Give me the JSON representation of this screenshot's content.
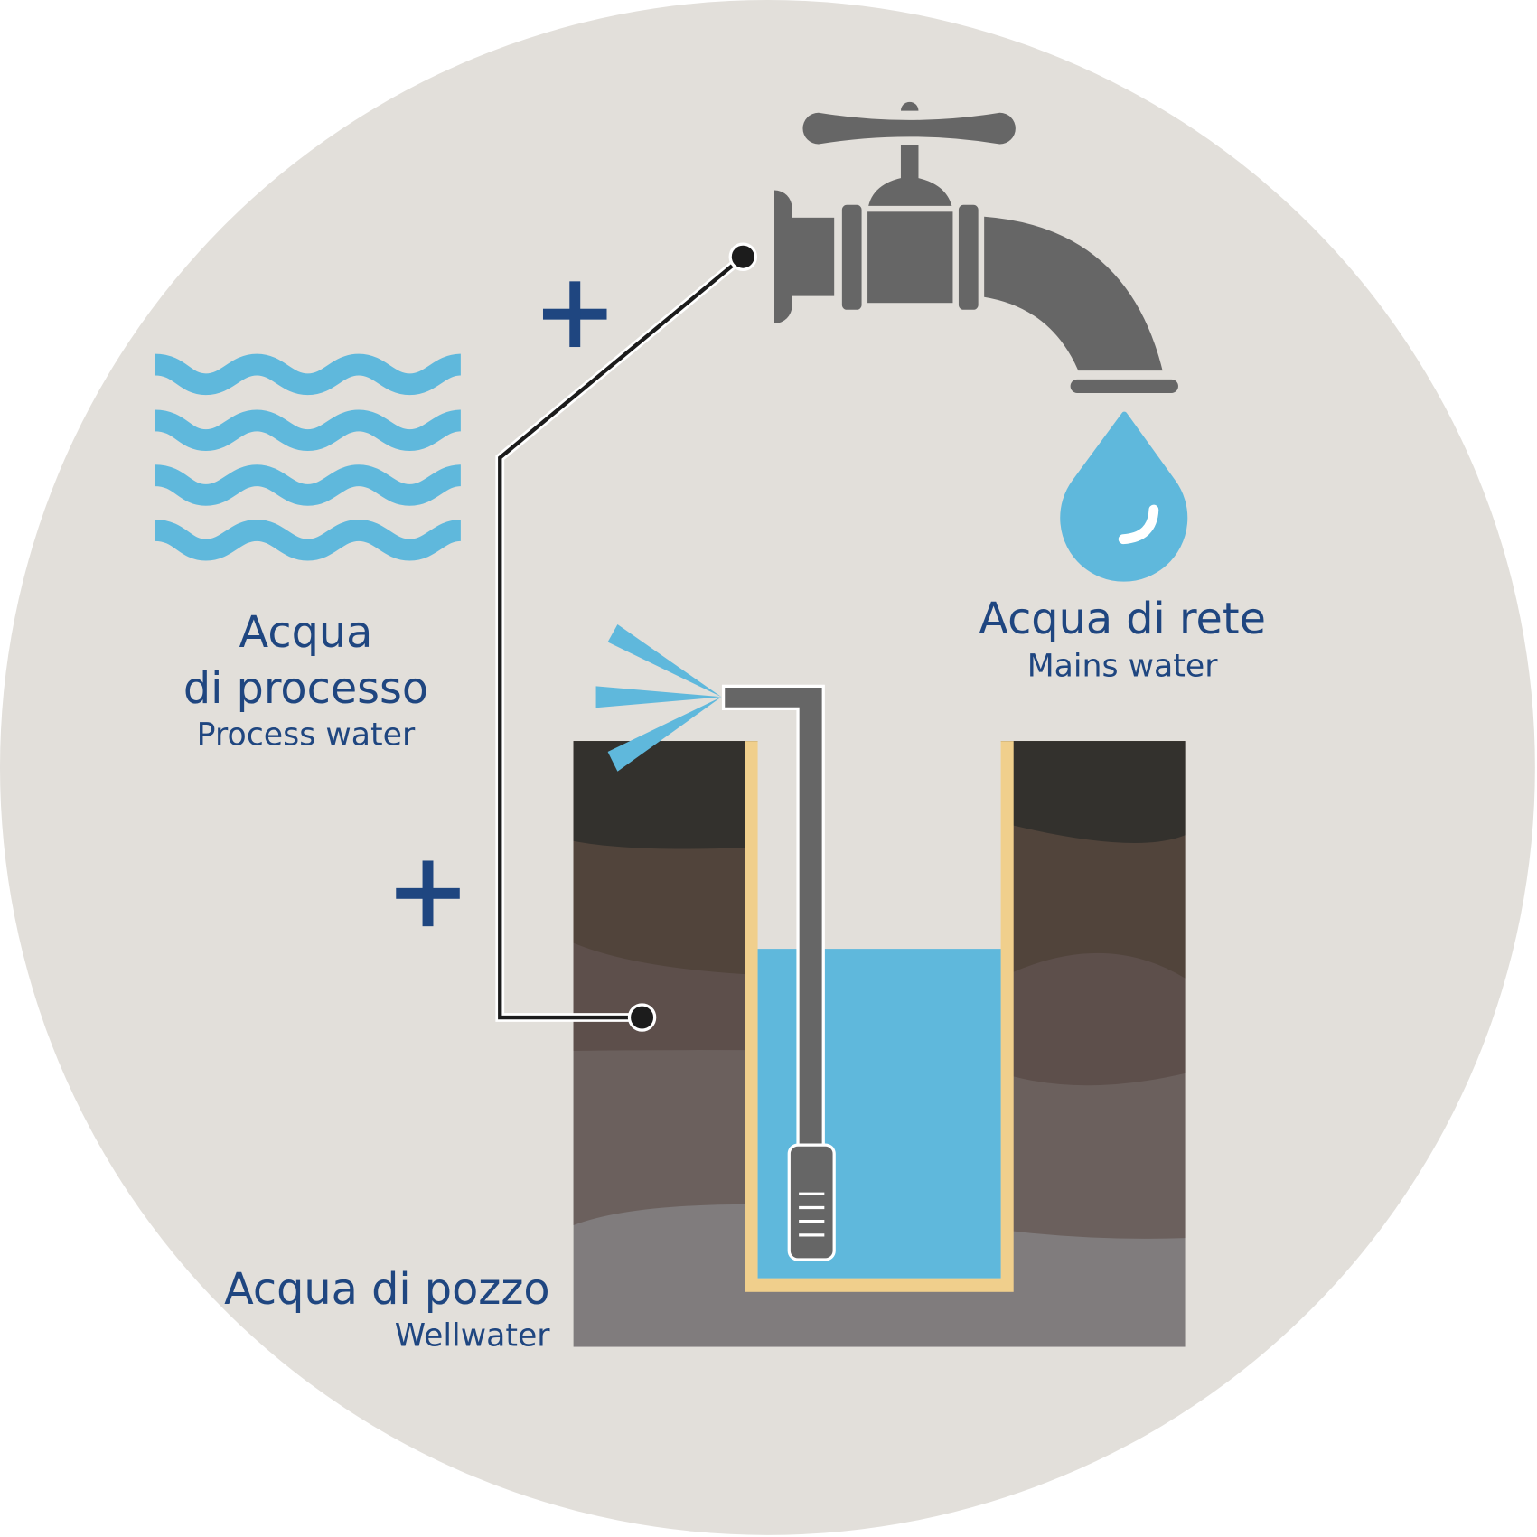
{
  "colors": {
    "background_circle": "#e2dfda",
    "text": "#1f4680",
    "water": "#5fb8dc",
    "metal": "#666666",
    "liner": "#f0cf8c",
    "soil": [
      "#33312d",
      "#51443b",
      "#5d4f4b",
      "#6b605d",
      "#807c7d"
    ]
  },
  "process_water": {
    "title_line1": "Acqua",
    "title_line2": "di processo",
    "subtitle": "Process water",
    "icon": "waves-icon"
  },
  "mains_water": {
    "title": "Acqua di rete",
    "subtitle": "Mains water",
    "icon": "faucet-icon"
  },
  "well_water": {
    "title": "Acqua di pozzo",
    "subtitle": "Wellwater",
    "icon": "well-pump-icon"
  },
  "operators": [
    "+",
    "+"
  ]
}
